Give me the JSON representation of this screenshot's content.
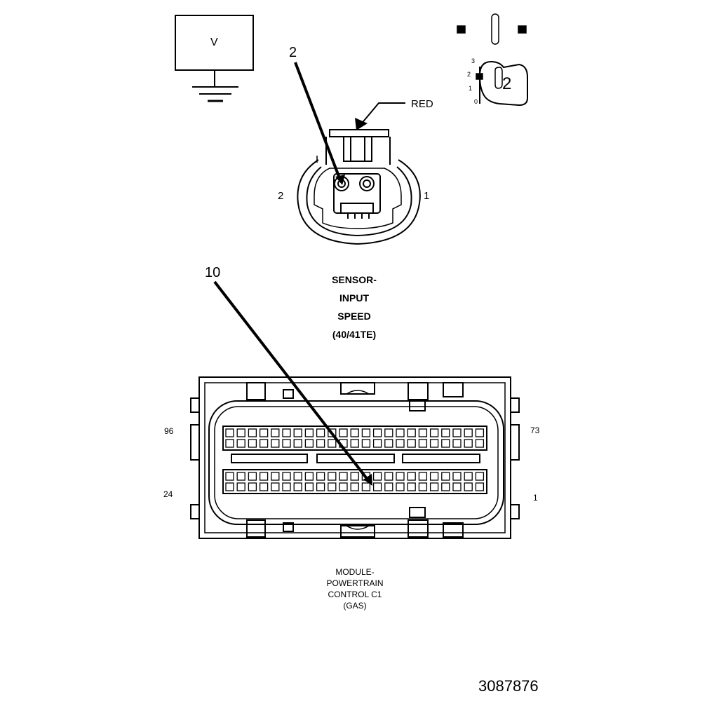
{
  "meter": {
    "symbol": "V"
  },
  "sensor_connector": {
    "callout": "2",
    "wire_color": "RED",
    "pin_left": "2",
    "pin_right": "1",
    "title": [
      "SENSOR-",
      "INPUT",
      "SPEED",
      "(40/41TE)"
    ]
  },
  "probe_icon": {
    "scale": [
      "3",
      "2",
      "1",
      "0"
    ],
    "value": "2"
  },
  "module_connector": {
    "callout": "10",
    "pin_top_left": "96",
    "pin_top_right": "73",
    "pin_bottom_left": "24",
    "pin_bottom_right": "1",
    "title": [
      "MODULE-",
      "POWERTRAIN",
      "CONTROL C1",
      "(GAS)"
    ]
  },
  "figure_id": "3087876"
}
